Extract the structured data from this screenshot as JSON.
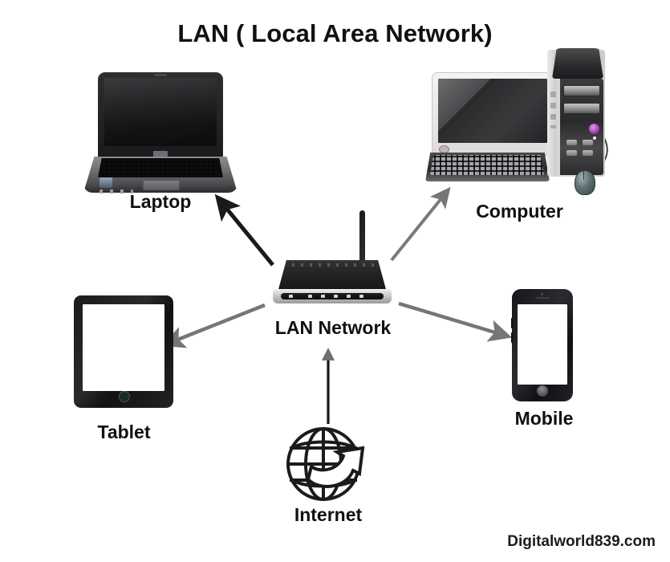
{
  "page": {
    "title": "LAN ( Local Area Network)",
    "watermark": "Digitalworld839.com",
    "background_color": "#ffffff",
    "text_color": "#101010"
  },
  "nodes": {
    "laptop": {
      "label": "Laptop",
      "icon": "laptop-icon"
    },
    "computer": {
      "label": "Computer",
      "icon": "desktop-computer-icon"
    },
    "router": {
      "label": "LAN Network",
      "icon": "wifi-router-icon"
    },
    "tablet": {
      "label": "Tablet",
      "icon": "tablet-icon"
    },
    "mobile": {
      "label": "Mobile",
      "icon": "smartphone-icon"
    },
    "internet": {
      "label": "Internet",
      "icon": "globe-arrow-icon"
    }
  },
  "connections": [
    {
      "name": "router-to-laptop",
      "from": "router",
      "to": "laptop",
      "color": "#1a1a1a",
      "direction": "up-left"
    },
    {
      "name": "router-to-computer",
      "from": "router",
      "to": "computer",
      "color": "#7a7a7a",
      "direction": "up-right"
    },
    {
      "name": "router-to-tablet",
      "from": "router",
      "to": "tablet",
      "color": "#767676",
      "direction": "down-left"
    },
    {
      "name": "router-to-mobile",
      "from": "router",
      "to": "mobile",
      "color": "#767676",
      "direction": "down-right"
    },
    {
      "name": "internet-to-router",
      "from": "internet",
      "to": "router",
      "color": "#1a1a1a",
      "direction": "up"
    }
  ],
  "colors": {
    "arrow_dark": "#1a1a1a",
    "arrow_gray": "#767676",
    "globe_stroke": "#1b1b1b",
    "device_dark": "#1d1d1f",
    "device_light": "#dcdcdc",
    "power_button": "#a23fb0"
  }
}
